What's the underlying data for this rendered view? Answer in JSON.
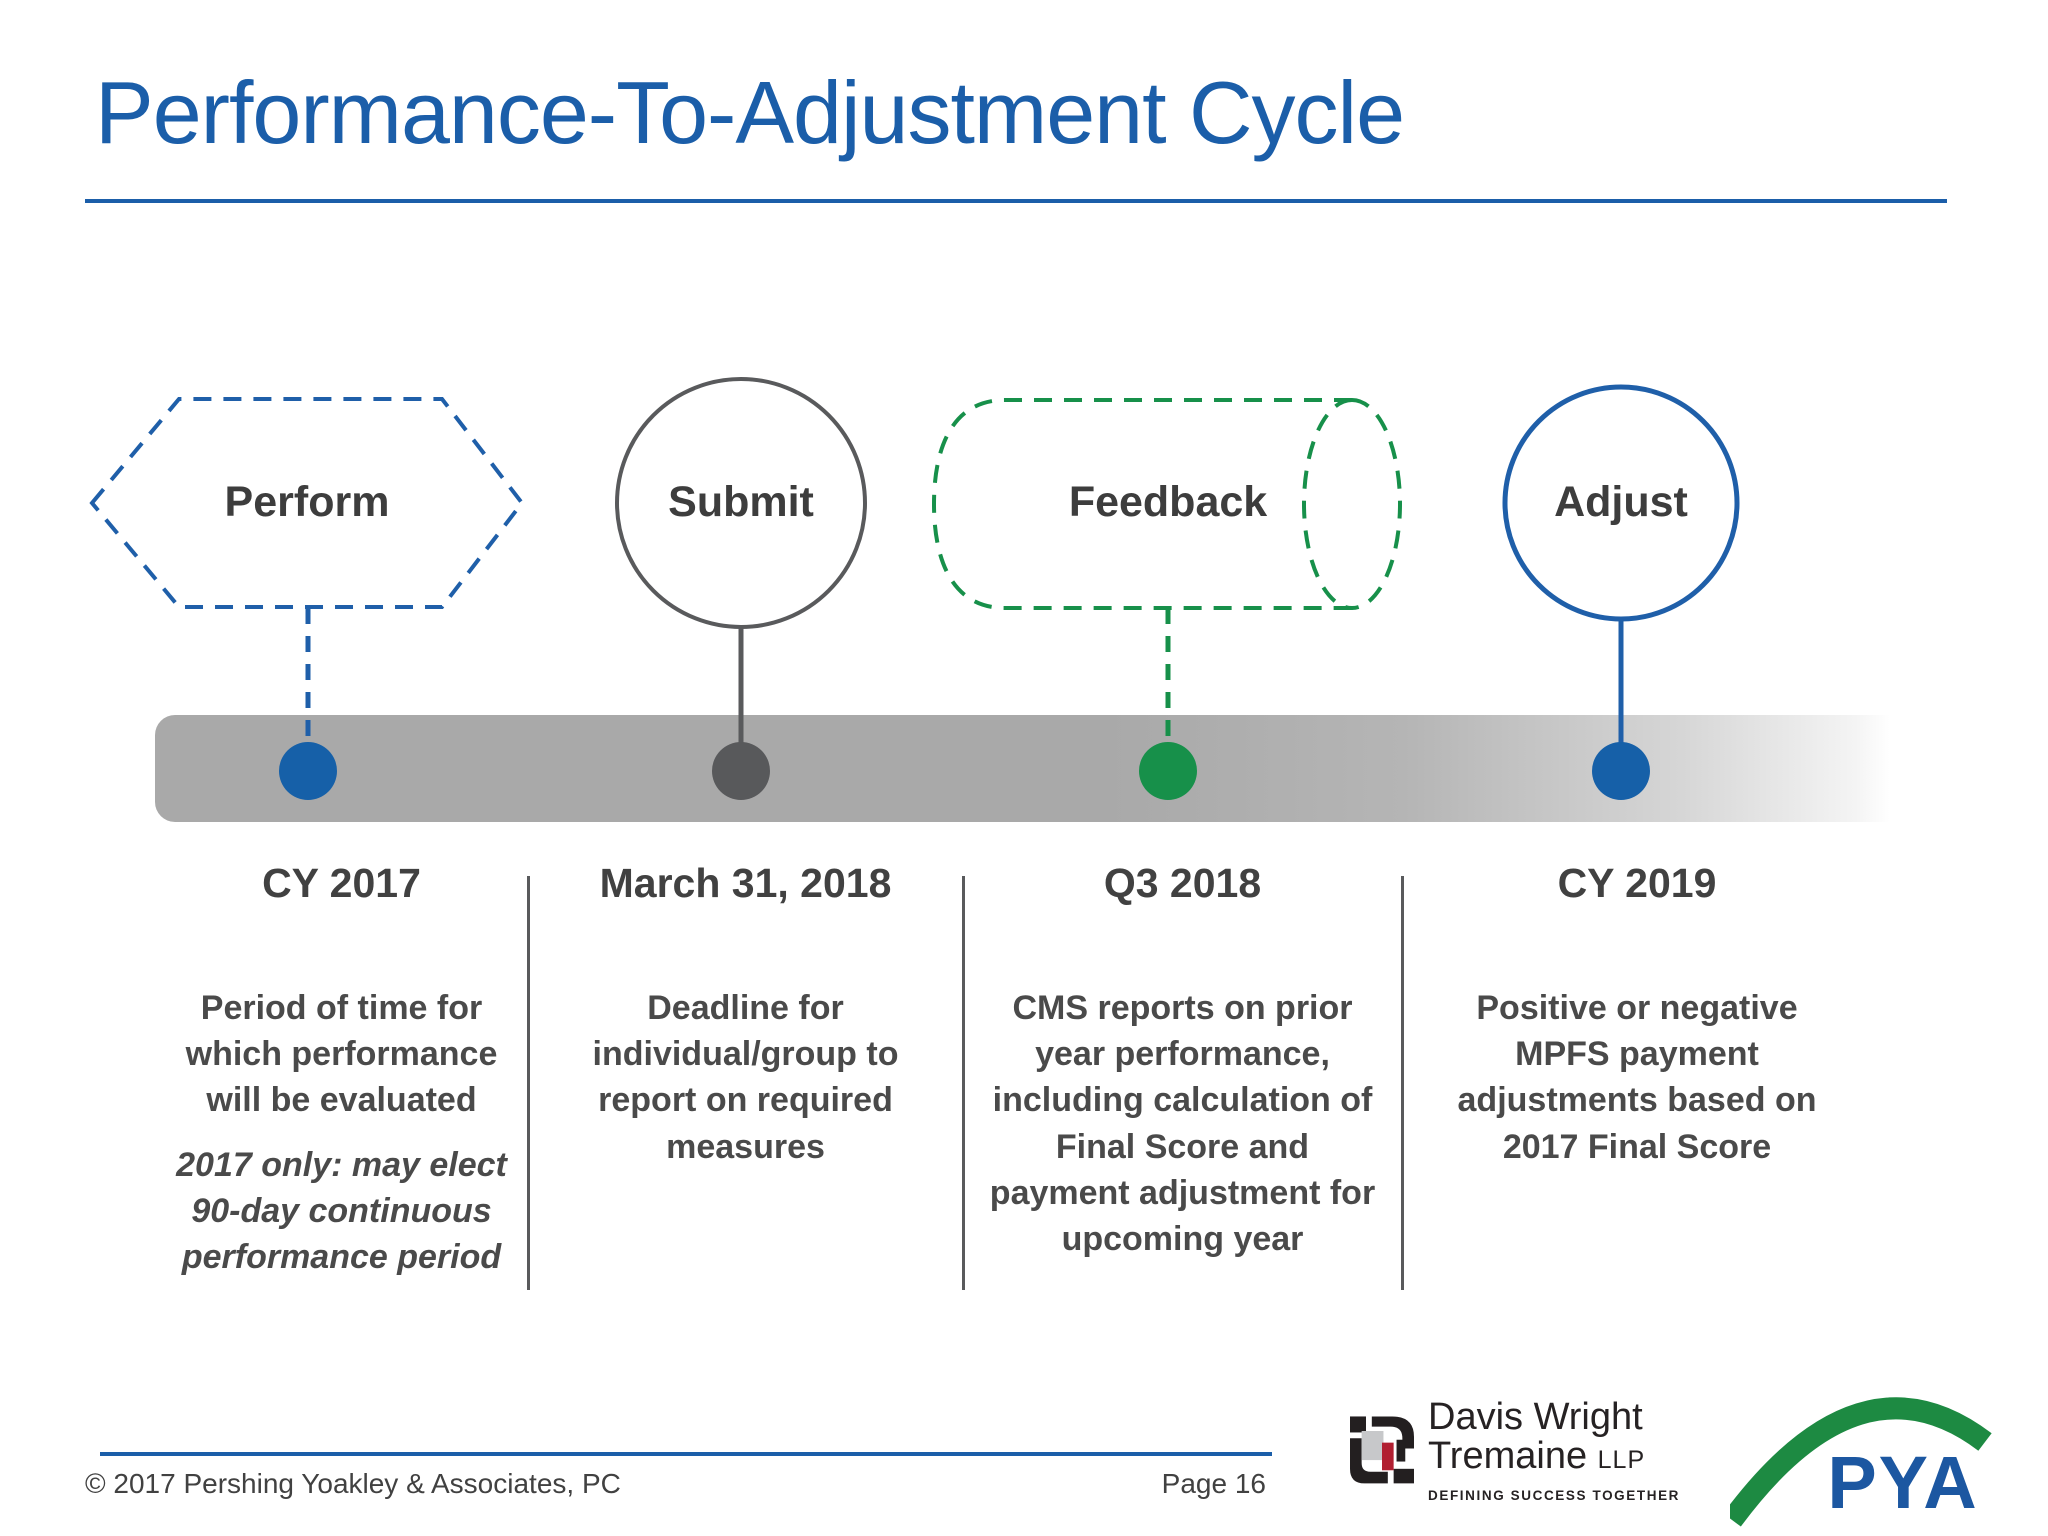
{
  "title": "Performance-To-Adjustment Cycle",
  "stages": [
    {
      "label": "Perform",
      "shape": "dashed-hexagon",
      "color": "#1f5fa9",
      "date": "CY 2017",
      "description": "Period of time for which performance will be evaluated",
      "note": "2017 only: may elect 90-day continuous performance period"
    },
    {
      "label": "Submit",
      "shape": "solid-circle",
      "color": "#58595b",
      "date": "March 31, 2018",
      "description": "Deadline for individual/group to report on required measures",
      "note": ""
    },
    {
      "label": "Feedback",
      "shape": "dashed-cylinder",
      "color": "#17904a",
      "date": "Q3 2018",
      "description": "CMS reports on prior year performance, including calculation of Final Score and payment adjustment for upcoming year",
      "note": ""
    },
    {
      "label": "Adjust",
      "shape": "solid-circle",
      "color": "#1f5fa9",
      "date": "CY 2019",
      "description": "Positive or negative MPFS payment adjustments based on 2017 Final Score",
      "note": ""
    }
  ],
  "footer": {
    "copyright": "© 2017 Pershing Yoakley & Associates, PC",
    "page_label": "Page 16"
  },
  "logos": {
    "davis_wright": {
      "line1": "Davis Wright",
      "line2": "Tremaine",
      "suffix": "LLP",
      "tagline": "DEFINING SUCCESS TOGETHER"
    },
    "pya": {
      "text": "PYA"
    }
  },
  "colors": {
    "accent_blue": "#1b5ea9",
    "shape_blue": "#1f5fa9",
    "dot_blue": "#1660a8",
    "gray": "#58595b",
    "green": "#17904a",
    "bar_gray": "#a9a9a9",
    "text_dark": "#414141"
  }
}
